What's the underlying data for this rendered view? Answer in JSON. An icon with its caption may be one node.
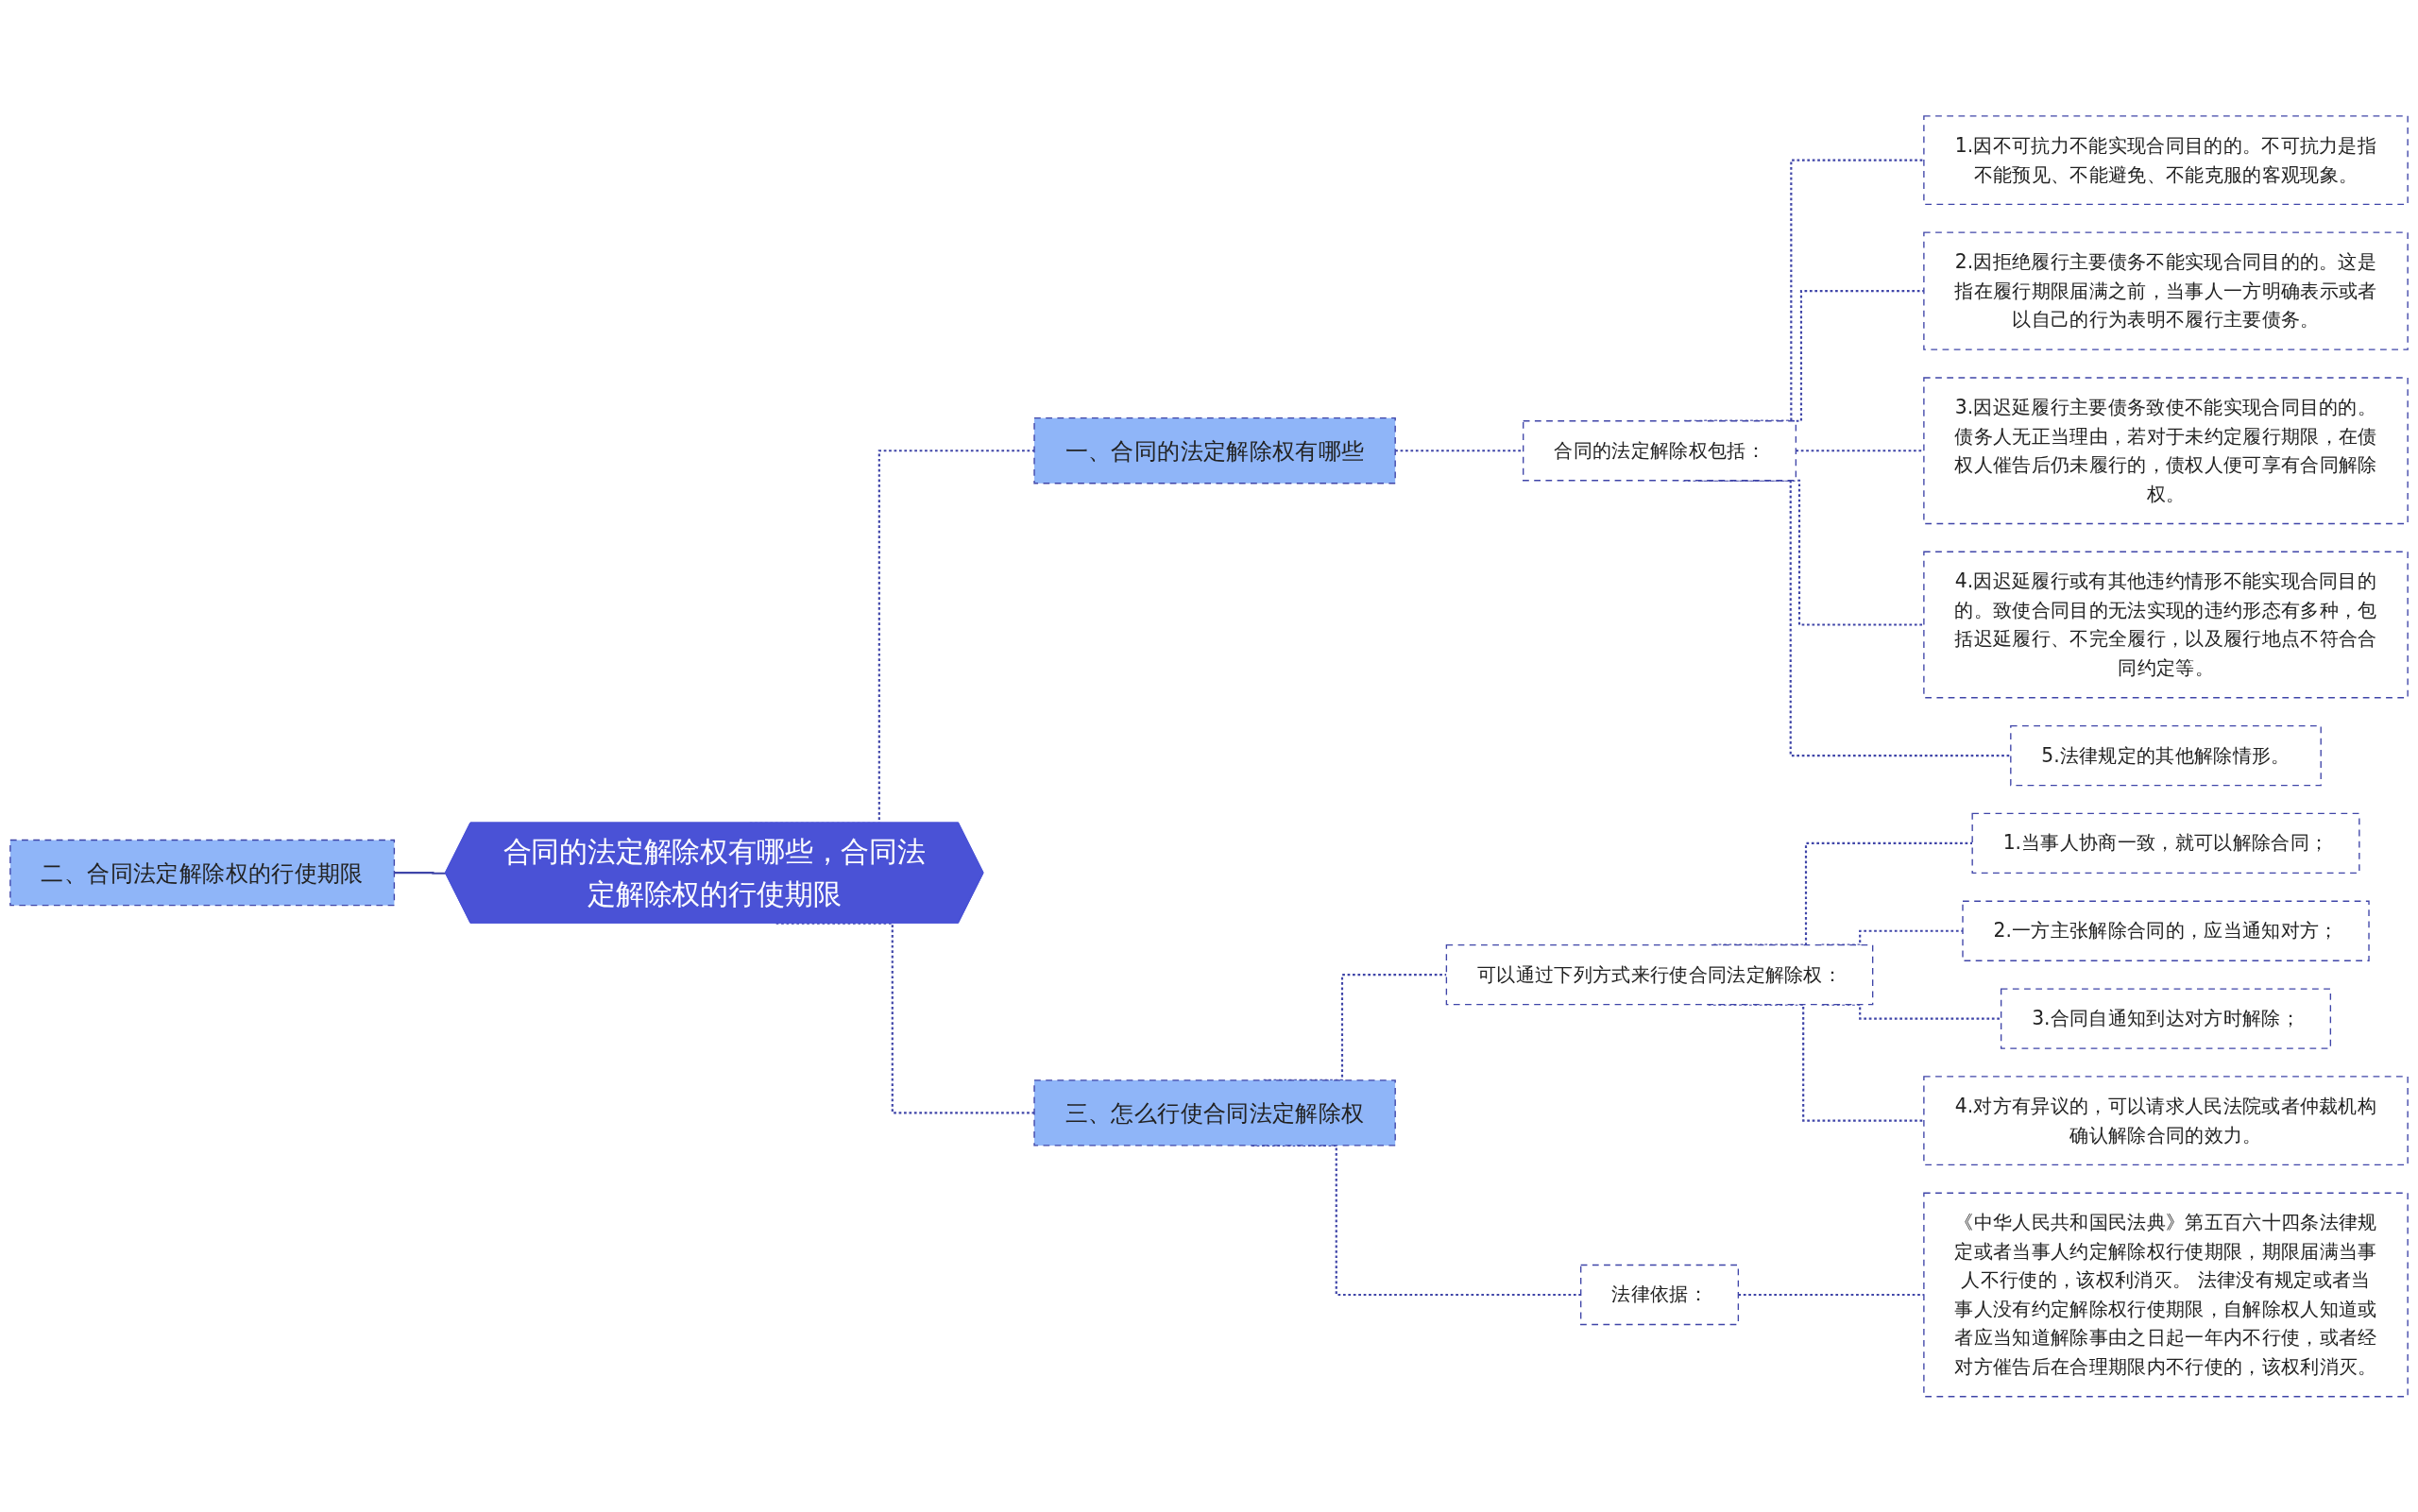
{
  "diagram": {
    "nodes": [
      {
        "text": [
          "合同的法定解除权有哪些，合同法定解除权的行使期限"
        ]
      },
      {
        "text": [
          "二、合同法定解除权的行使期限"
        ]
      },
      {
        "text": [
          "一、合同的法定解除权有哪些"
        ]
      },
      {
        "text": [
          "合同的法定解除权包括："
        ]
      },
      {
        "text": [
          "1.因不可抗力不能实现合同目的的。不可抗力是指不能预见、不能避免、不能克服的客观现象。"
        ]
      },
      {
        "text": [
          "2.因拒绝履行主要债务不能实现合同目的的。这是指在履行期限届满之前，当事人一方明确表示或者以自己的行为表明不履行主要债务。"
        ]
      },
      {
        "text": [
          "3.因迟延履行主要债务致使不能实现合同目的的。债务人无正当理由，若对于未约定履行期限，在债权人催告后仍未履行的，债权人便可享有合同解除权。"
        ]
      },
      {
        "text": [
          "4.因迟延履行或有其他违约情形不能实现合同目的的。致使合同目的无法实现的违约形态有多种，包括迟延履行、不完全履行，以及履行地点不符合合同约定等。"
        ]
      },
      {
        "text": [
          "5.法律规定的其他解除情形。"
        ]
      },
      {
        "text": [
          "三、怎么行使合同法定解除权"
        ]
      },
      {
        "text": [
          "可以通过下列方式来行使合同法定解除权："
        ]
      },
      {
        "text": [
          "1.当事人协商一致，就可以解除合同；"
        ]
      },
      {
        "text": [
          "2.一方主张解除合同的，应当通知对方；"
        ]
      },
      {
        "text": [
          "3.合同自通知到达对方时解除；"
        ]
      },
      {
        "text": [
          "4.对方有异议的，可以请求人民法院或者仲裁机构确认解除合同的效力。"
        ]
      },
      {
        "text": [
          "法律依据："
        ]
      },
      {
        "text": [
          "《中华人民共和国民法典》第五百六十四条法律规定或者当事人约定解除权行使期限，期限届满当事人不行使的，该权利消灭。 法律没有规定或者当事人没有约定解除权行使期限，自解除权人知道或者应当知道解除事由之日起一年内不行使，或者经对方催告后在合理期限内不行使的，该权利消灭。"
        ]
      }
    ],
    "edges": [
      {
        "from": 1,
        "to": 0,
        "arrow": "none"
      },
      {
        "from": 0,
        "to": 2,
        "arrow": "none",
        "style": "dashed"
      },
      {
        "from": 2,
        "to": 3,
        "arrow": "none",
        "style": "dashed"
      },
      {
        "from": 3,
        "to": 4,
        "arrow": "none",
        "style": "dashed"
      },
      {
        "from": 3,
        "to": 5,
        "arrow": "none",
        "style": "dashed"
      },
      {
        "from": 3,
        "to": 6,
        "arrow": "none",
        "style": "dashed"
      },
      {
        "from": 3,
        "to": 7,
        "arrow": "none",
        "style": "dashed"
      },
      {
        "from": 3,
        "to": 8,
        "arrow": "none",
        "style": "dashed"
      },
      {
        "from": 0,
        "to": 9,
        "arrow": "none",
        "style": "dashed"
      },
      {
        "from": 9,
        "to": 10,
        "arrow": "none",
        "style": "dashed"
      },
      {
        "from": 10,
        "to": 11,
        "arrow": "none",
        "style": "dashed"
      },
      {
        "from": 10,
        "to": 12,
        "arrow": "none",
        "style": "dashed"
      },
      {
        "from": 10,
        "to": 13,
        "arrow": "none",
        "style": "dashed"
      },
      {
        "from": 10,
        "to": 14,
        "arrow": "none",
        "style": "dashed"
      },
      {
        "from": 9,
        "to": 15,
        "arrow": "none",
        "style": "dashed"
      },
      {
        "from": 15,
        "to": 16,
        "arrow": "none",
        "style": "dashed"
      }
    ]
  }
}
